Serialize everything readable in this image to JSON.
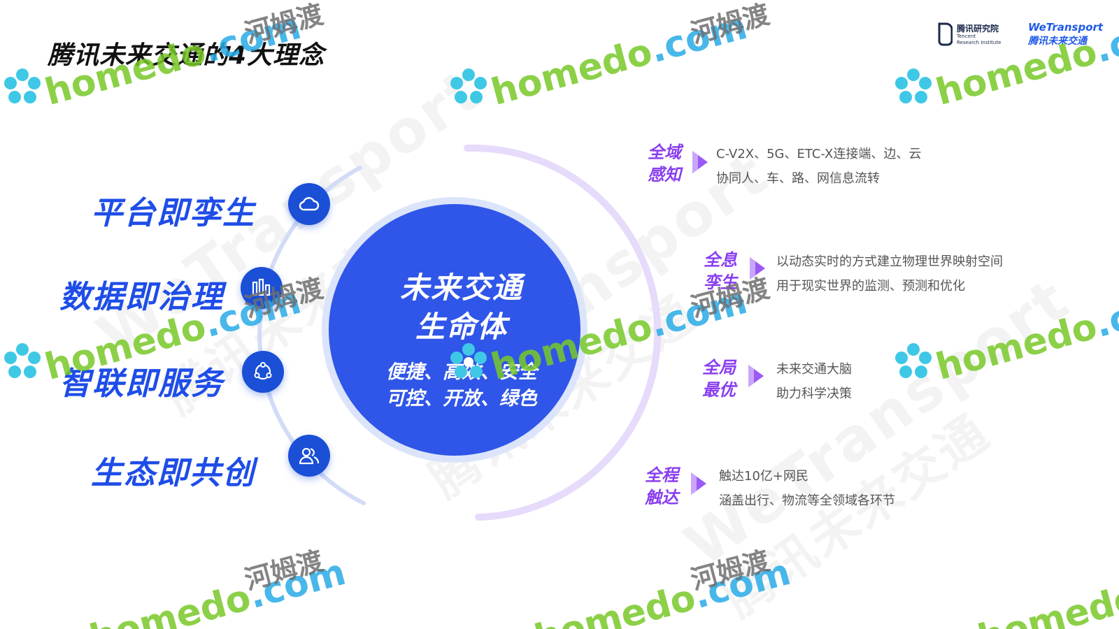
{
  "page": {
    "title": "腾讯未来交通的4大理念"
  },
  "logos": {
    "tencent_cn": "腾讯研究院",
    "tencent_en_1": "Tencent",
    "tencent_en_2": "Research Institute",
    "wetransport_en": "WeTransport",
    "wetransport_cn": "腾讯未来交通"
  },
  "center": {
    "title_line1": "未来交通",
    "title_line2": "生命体",
    "sub_line1": "便捷、高效、安全",
    "sub_line2": "可控、开放、绿色",
    "colors": {
      "core": "#2f56e8",
      "ring": "#c9d6f8",
      "outer_arc": "#e6dbfb",
      "left_arc": "#d2dcf7"
    }
  },
  "concepts": [
    {
      "label": "平台即孪生",
      "icon": "cloud-icon"
    },
    {
      "label": "数据即治理",
      "icon": "data-bars-icon"
    },
    {
      "label": "智联即服务",
      "icon": "network-icon"
    },
    {
      "label": "生态即共创",
      "icon": "people-icon"
    }
  ],
  "features": [
    {
      "tag_line1": "全域",
      "tag_line2": "感知",
      "desc_line1": "C-V2X、5G、ETC-X连接端、边、云",
      "desc_line2": "协同人、车、路、网信息流转"
    },
    {
      "tag_line1": "全息",
      "tag_line2": "孪生",
      "desc_line1": "以动态实时的方式建立物理世界映射空间",
      "desc_line2": "用于现实世界的监测、预测和优化"
    },
    {
      "tag_line1": "全局",
      "tag_line2": "最优",
      "desc_line1": "未来交通大脑",
      "desc_line2": "助力科学决策"
    },
    {
      "tag_line1": "全程",
      "tag_line2": "触达",
      "desc_line1": "触达10亿+网民",
      "desc_line2": "涵盖出行、物流等全领域各环节"
    }
  ],
  "watermarks": {
    "homedo": "homedo",
    "dotcom": ".com",
    "cn": "河姆渡",
    "big_en": "WeTransport",
    "big_cn": "腾讯未来交通"
  },
  "colors": {
    "concept_blue": "#1e4de8",
    "feature_purple": "#8a3ff0",
    "icon_blue": "#1a4fd6"
  }
}
